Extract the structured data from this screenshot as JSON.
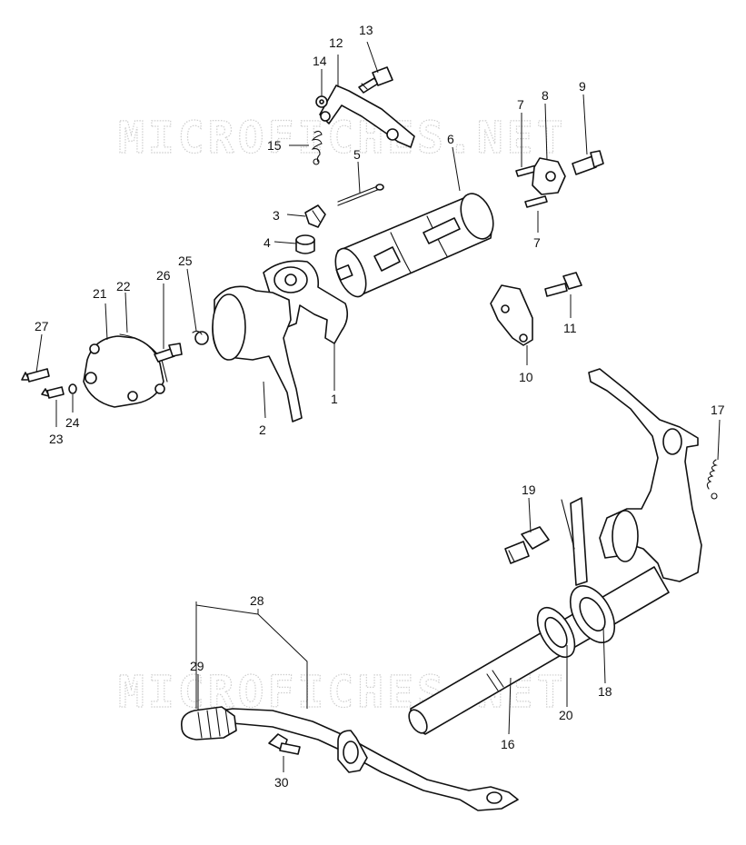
{
  "watermark": {
    "top": "MICROFICHES.NET",
    "bottom": "MICROFICHES.NET"
  },
  "callouts": [
    {
      "id": "c1",
      "text": "1"
    },
    {
      "id": "c2",
      "text": "2"
    },
    {
      "id": "c3",
      "text": "3"
    },
    {
      "id": "c4",
      "text": "4"
    },
    {
      "id": "c5",
      "text": "5"
    },
    {
      "id": "c6",
      "text": "6"
    },
    {
      "id": "c7a",
      "text": "7"
    },
    {
      "id": "c7b",
      "text": "7"
    },
    {
      "id": "c8",
      "text": "8"
    },
    {
      "id": "c9",
      "text": "9"
    },
    {
      "id": "c10",
      "text": "10"
    },
    {
      "id": "c11",
      "text": "11"
    },
    {
      "id": "c12",
      "text": "12"
    },
    {
      "id": "c13",
      "text": "13"
    },
    {
      "id": "c14",
      "text": "14"
    },
    {
      "id": "c15",
      "text": "15"
    },
    {
      "id": "c16",
      "text": "16"
    },
    {
      "id": "c17",
      "text": "17"
    },
    {
      "id": "c18",
      "text": "18"
    },
    {
      "id": "c19",
      "text": "19"
    },
    {
      "id": "c20",
      "text": "20"
    },
    {
      "id": "c21",
      "text": "21"
    },
    {
      "id": "c22",
      "text": "22"
    },
    {
      "id": "c23",
      "text": "23"
    },
    {
      "id": "c24",
      "text": "24"
    },
    {
      "id": "c25",
      "text": "25"
    },
    {
      "id": "c26",
      "text": "26"
    },
    {
      "id": "c27",
      "text": "27"
    },
    {
      "id": "c28",
      "text": "28"
    },
    {
      "id": "c29",
      "text": "29"
    },
    {
      "id": "c30",
      "text": "30"
    }
  ]
}
